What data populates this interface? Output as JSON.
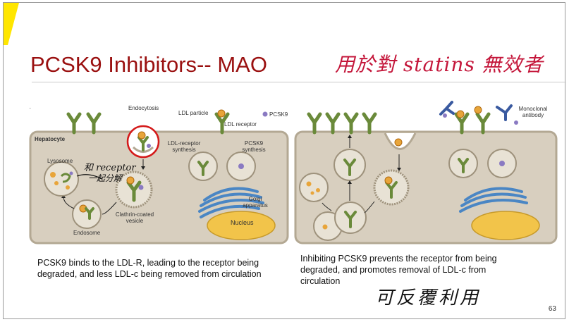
{
  "slide": {
    "title": "PCSK9 Inhibitors-- MAO",
    "handwritten_title": "用於對 statins 無效者",
    "page_number": "63",
    "dots": "..",
    "colors": {
      "title": "#9a1010",
      "handwriting": "#c4163a",
      "accent_corner": "#ffe600",
      "cell": "#d8cfbf",
      "receptor": "#6a8a3a",
      "highlight_circle": "#d41a1a",
      "golgi": "#4a86c4",
      "nucleus": "#f2c44a"
    }
  },
  "left_figure": {
    "labels": {
      "hepatocyte": "Hepatocyte",
      "endocytosis": "Endocytosis",
      "ldl_particle": "LDL particle",
      "pcsk9": "PCSK9",
      "ldl_receptor": "LDL receptor",
      "ldl_receptor_synthesis": "LDL-receptor synthesis",
      "pcsk9_synthesis": "PCSK9 synthesis",
      "lysosome": "Lysosome",
      "golgi_apparatus": "Golgi apparatus",
      "clathrin_coated_vesicle": "Clathrin-coated vesicle",
      "endosome": "Endosome",
      "nucleus": "Nucleus"
    },
    "handwritten_note_line1": "和 receptor",
    "handwritten_note_line2": "一起分解"
  },
  "right_figure": {
    "labels": {
      "monoclonal_antibody": "Monoclonal antibody"
    }
  },
  "captions": {
    "left": "PCSK9 binds to the LDL-R, leading to the receptor being degraded, and less LDL-c being removed from circulation",
    "right": "Inhibiting PCSK9 prevents the receptor from being degraded, and promotes removal of LDL-c from circulation",
    "right_handwritten": "可反覆利用"
  }
}
